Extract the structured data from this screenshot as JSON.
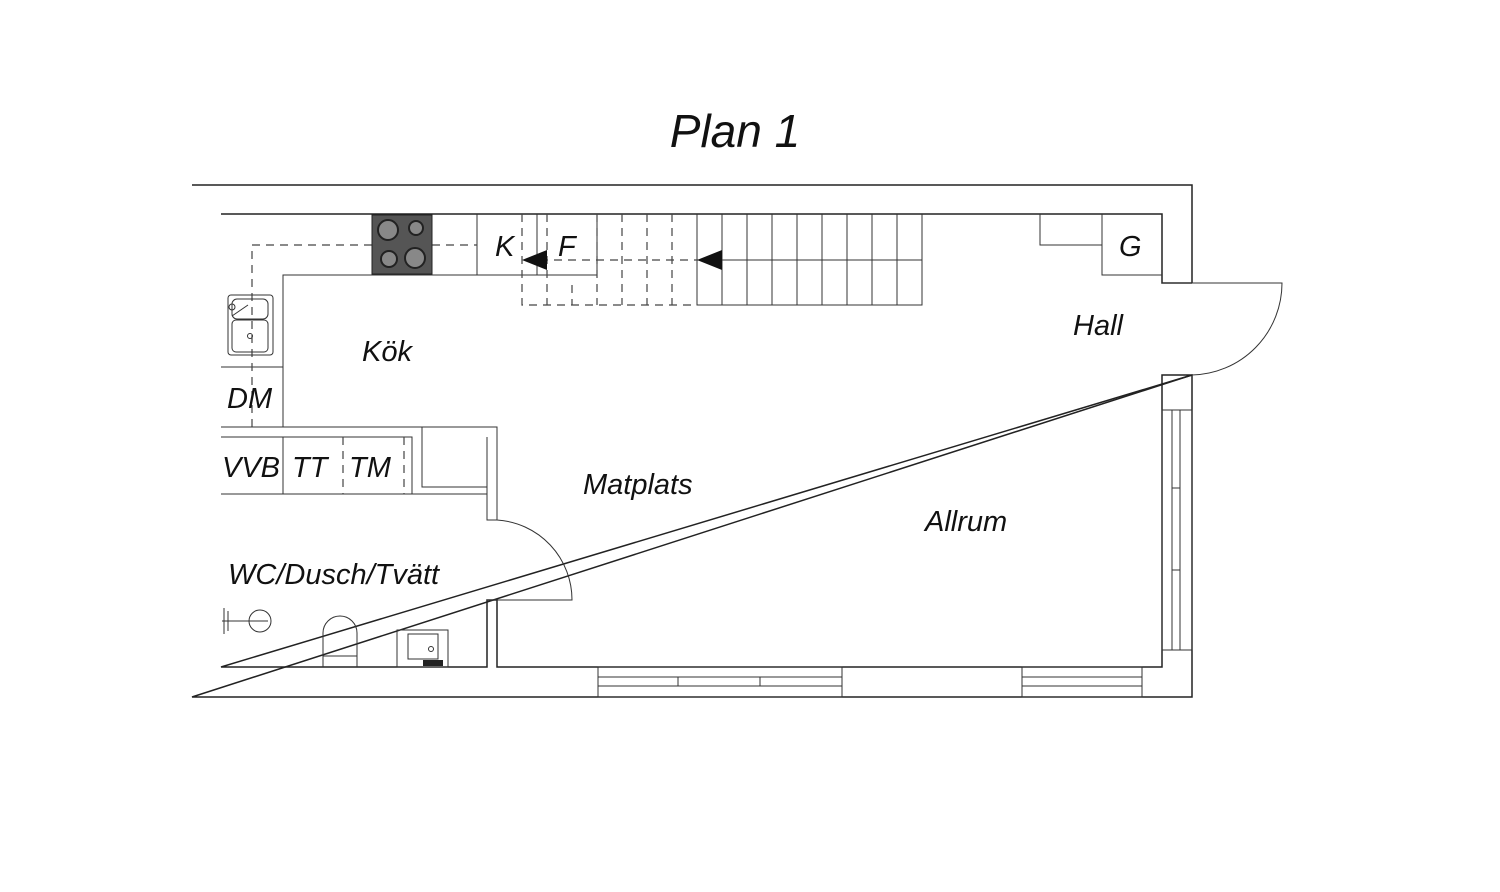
{
  "title": "Plan 1",
  "rooms": {
    "kitchen": "Kök",
    "hall": "Hall",
    "dining": "Matplats",
    "living": "Allrum",
    "bathroom": "WC/Dusch/Tvätt"
  },
  "fixtures": {
    "fridge": "K",
    "freezer": "F",
    "wardrobe": "G",
    "dishwasher": "DM",
    "water_heater": "VVB",
    "dryer": "TT",
    "washer": "TM"
  },
  "colors": {
    "line": "#222222",
    "stove": "#555555"
  }
}
